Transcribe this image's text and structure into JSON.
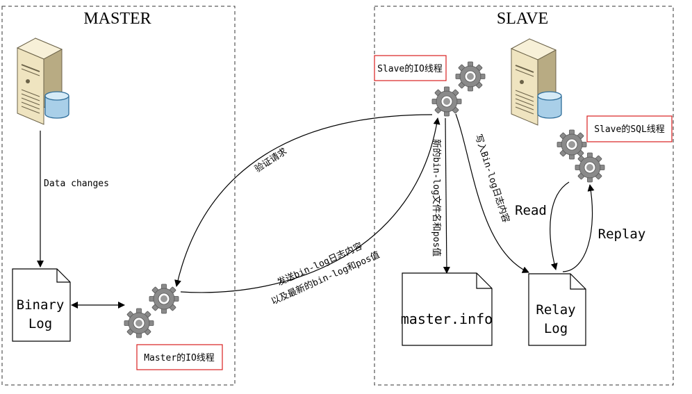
{
  "master": {
    "title": "MASTER",
    "data_changes_label": "Data changes",
    "binary_log": {
      "line1": "Binary",
      "line2": "Log"
    },
    "io_thread_label": "Master的IO线程"
  },
  "slave": {
    "title": "SLAVE",
    "io_thread_label": "Slave的IO线程",
    "sql_thread_label": "Slave的SQL线程",
    "master_info_label": "master.info",
    "relay_log": {
      "line1": "Relay",
      "line2": "Log"
    },
    "read_label": "Read",
    "replay_label": "Replay"
  },
  "arrows": {
    "auth_request": "验证请求",
    "send_binlog_line1": "发送bin-log日志内容",
    "send_binlog_line2": "以及最新的bin-log和pos值",
    "new_binlog_file": "新的bin-log文件名和pos值",
    "write_binlog": "写入Bin-log日志内容"
  },
  "colors": {
    "label_border": "#d92020",
    "dash_border": "#333333",
    "gear": "#8a8a8a",
    "server_body": "#efe4c0",
    "db_cylinder": "#a9cfe8"
  },
  "icons": [
    "server-icon",
    "database-icon",
    "gear-icon",
    "document-icon"
  ]
}
